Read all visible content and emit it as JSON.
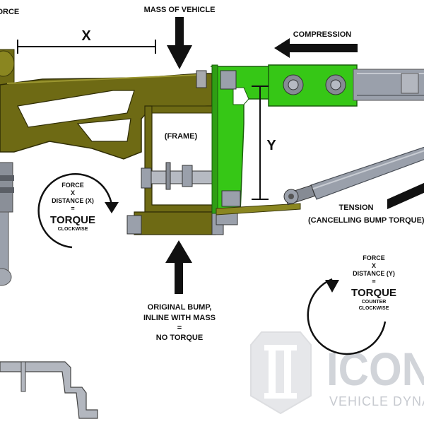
{
  "labels": {
    "force": "FORCE",
    "x_dim": "X",
    "mass_of_vehicle": "MASS OF VEHICLE",
    "compression": "COMPRESSION",
    "frame": "(FRAME)",
    "y_dim": "Y",
    "tension": "TENSION",
    "cancelling": "(CANCELLING BUMP TORQUE)",
    "original_bump_1": "ORIGINAL BUMP,",
    "original_bump_2": "INLINE WITH MASS",
    "original_bump_3": "=",
    "original_bump_4": "NO TORQUE"
  },
  "left_equation": {
    "force": "FORCE",
    "times": "X",
    "distance": "DISTANCE (X)",
    "equals": "=",
    "torque": "TORQUE",
    "direction": "CLOCKWISE"
  },
  "right_equation": {
    "force": "FORCE",
    "times": "X",
    "distance": "DISTANCE (Y)",
    "equals": "=",
    "torque": "TORQUE",
    "direction_1": "COUNTER",
    "direction_2": "CLOCKWISE"
  },
  "watermark": {
    "brand": "ICON",
    "tagline": "VEHICLE DYNAMICS"
  },
  "colors": {
    "olive": "#6e6a14",
    "green": "#36c716",
    "steel": "#9aa0ab"
  }
}
